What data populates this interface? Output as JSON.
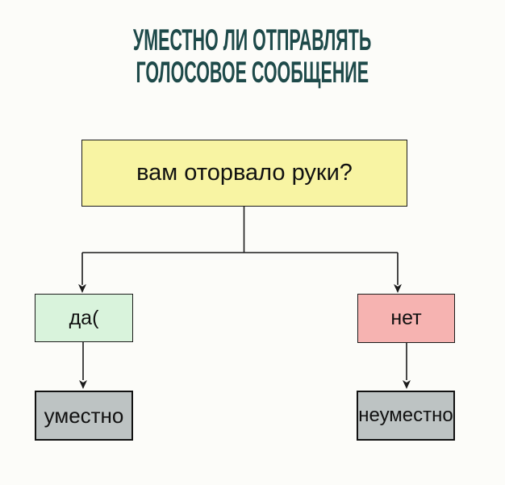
{
  "page": {
    "background": "#fcfcf9"
  },
  "title": {
    "line1": "УМЕСТНО ЛИ ОТПРАВЛЯТЬ",
    "line2": "ГОЛОСОВОЕ СООБЩЕНИЕ",
    "color": "#1e4a4a"
  },
  "flowchart": {
    "line_color": "#1b1b1b",
    "nodes": {
      "question": {
        "label": "вам оторвало руки?",
        "fill": "#f8f4a3"
      },
      "yes": {
        "label": "да(",
        "fill": "#d9f3dc"
      },
      "no": {
        "label": "нет",
        "fill": "#f6b3b1"
      },
      "yes_result": {
        "label": "уместно",
        "fill": "#bdc3c3"
      },
      "no_result": {
        "label": "неуместно",
        "fill": "#bdc3c3"
      }
    },
    "edges": [
      {
        "from": "question",
        "to": "yes"
      },
      {
        "from": "question",
        "to": "no"
      },
      {
        "from": "yes",
        "to": "yes_result"
      },
      {
        "from": "no",
        "to": "no_result"
      }
    ]
  }
}
